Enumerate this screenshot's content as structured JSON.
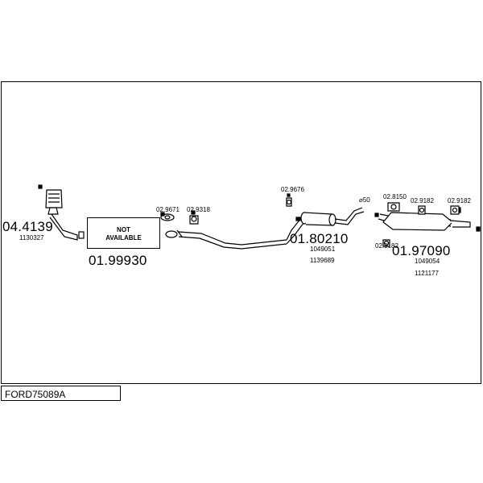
{
  "title": "FORD75089A",
  "not_available": {
    "line1": "NOT",
    "line2": "AVAILABLE"
  },
  "parts": {
    "front_pipe": {
      "ref": "04.4139",
      "number": "1130327"
    },
    "front_silencer": {
      "ref": "01.99930"
    },
    "center_silencer": {
      "ref": "01.80210",
      "number1": "1049051",
      "number2": "1139689"
    },
    "rear_silencer": {
      "ref": "01.97090",
      "number1": "1049054",
      "number2": "1121177"
    }
  },
  "fittings": {
    "f1": "02.9671",
    "f2": "02.9318",
    "f3": "02.9676",
    "f4": "02.8150",
    "f5": "02.9182",
    "f6": "02.9182",
    "f7": "02.9182"
  },
  "diameter_note": "⌀50",
  "colors": {
    "line": "#000000",
    "background": "#ffffff"
  }
}
